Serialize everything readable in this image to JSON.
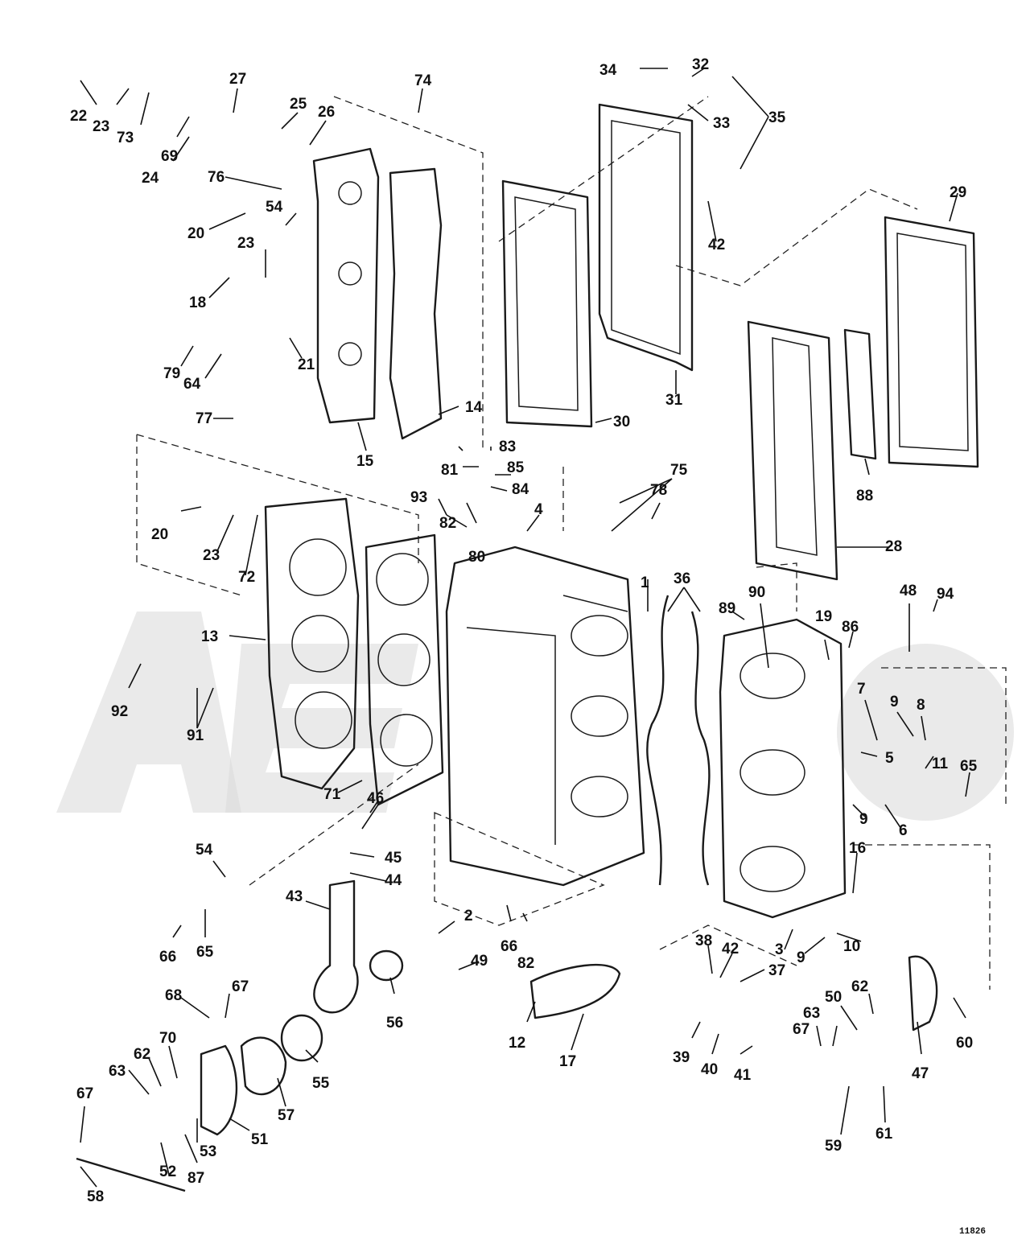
{
  "diagram": {
    "catalog_number": "11826",
    "callouts": [
      {
        "id": "c1",
        "text": "1"
      },
      {
        "id": "c2",
        "text": "2"
      },
      {
        "id": "c3",
        "text": "3"
      },
      {
        "id": "c4",
        "text": "4"
      },
      {
        "id": "c5",
        "text": "5"
      },
      {
        "id": "c6",
        "text": "6"
      },
      {
        "id": "c7",
        "text": "7"
      },
      {
        "id": "c8",
        "text": "8"
      },
      {
        "id": "c9a",
        "text": "9"
      },
      {
        "id": "c9b",
        "text": "9"
      },
      {
        "id": "c9c",
        "text": "9"
      },
      {
        "id": "c10",
        "text": "10"
      },
      {
        "id": "c11",
        "text": "11"
      },
      {
        "id": "c12",
        "text": "12"
      },
      {
        "id": "c13",
        "text": "13"
      },
      {
        "id": "c14",
        "text": "14"
      },
      {
        "id": "c15",
        "text": "15"
      },
      {
        "id": "c16",
        "text": "16"
      },
      {
        "id": "c17",
        "text": "17"
      },
      {
        "id": "c18",
        "text": "18"
      },
      {
        "id": "c19",
        "text": "19"
      },
      {
        "id": "c20a",
        "text": "20"
      },
      {
        "id": "c20b",
        "text": "20"
      },
      {
        "id": "c21",
        "text": "21"
      },
      {
        "id": "c22",
        "text": "22"
      },
      {
        "id": "c23a",
        "text": "23"
      },
      {
        "id": "c23b",
        "text": "23"
      },
      {
        "id": "c23c",
        "text": "23"
      },
      {
        "id": "c24",
        "text": "24"
      },
      {
        "id": "c25",
        "text": "25"
      },
      {
        "id": "c26",
        "text": "26"
      },
      {
        "id": "c27",
        "text": "27"
      },
      {
        "id": "c28",
        "text": "28"
      },
      {
        "id": "c29",
        "text": "29"
      },
      {
        "id": "c30",
        "text": "30"
      },
      {
        "id": "c31",
        "text": "31"
      },
      {
        "id": "c32",
        "text": "32"
      },
      {
        "id": "c33",
        "text": "33"
      },
      {
        "id": "c34",
        "text": "34"
      },
      {
        "id": "c35",
        "text": "35"
      },
      {
        "id": "c36",
        "text": "36"
      },
      {
        "id": "c37",
        "text": "37"
      },
      {
        "id": "c38",
        "text": "38"
      },
      {
        "id": "c39",
        "text": "39"
      },
      {
        "id": "c40",
        "text": "40"
      },
      {
        "id": "c41",
        "text": "41"
      },
      {
        "id": "c42a",
        "text": "42"
      },
      {
        "id": "c42b",
        "text": "42"
      },
      {
        "id": "c43",
        "text": "43"
      },
      {
        "id": "c44",
        "text": "44"
      },
      {
        "id": "c45",
        "text": "45"
      },
      {
        "id": "c46",
        "text": "46"
      },
      {
        "id": "c47",
        "text": "47"
      },
      {
        "id": "c48",
        "text": "48"
      },
      {
        "id": "c49",
        "text": "49"
      },
      {
        "id": "c50",
        "text": "50"
      },
      {
        "id": "c51",
        "text": "51"
      },
      {
        "id": "c52",
        "text": "52"
      },
      {
        "id": "c53",
        "text": "53"
      },
      {
        "id": "c54a",
        "text": "54"
      },
      {
        "id": "c54b",
        "text": "54"
      },
      {
        "id": "c55",
        "text": "55"
      },
      {
        "id": "c56",
        "text": "56"
      },
      {
        "id": "c57",
        "text": "57"
      },
      {
        "id": "c58",
        "text": "58"
      },
      {
        "id": "c59",
        "text": "59"
      },
      {
        "id": "c60",
        "text": "60"
      },
      {
        "id": "c61",
        "text": "61"
      },
      {
        "id": "c62a",
        "text": "62"
      },
      {
        "id": "c62b",
        "text": "62"
      },
      {
        "id": "c63a",
        "text": "63"
      },
      {
        "id": "c63b",
        "text": "63"
      },
      {
        "id": "c64",
        "text": "64"
      },
      {
        "id": "c65a",
        "text": "65"
      },
      {
        "id": "c65b",
        "text": "65"
      },
      {
        "id": "c66a",
        "text": "66"
      },
      {
        "id": "c66b",
        "text": "66"
      },
      {
        "id": "c67a",
        "text": "67"
      },
      {
        "id": "c67b",
        "text": "67"
      },
      {
        "id": "c67c",
        "text": "67"
      },
      {
        "id": "c68",
        "text": "68"
      },
      {
        "id": "c69",
        "text": "69"
      },
      {
        "id": "c70",
        "text": "70"
      },
      {
        "id": "c71",
        "text": "71"
      },
      {
        "id": "c72",
        "text": "72"
      },
      {
        "id": "c73",
        "text": "73"
      },
      {
        "id": "c74",
        "text": "74"
      },
      {
        "id": "c75",
        "text": "75"
      },
      {
        "id": "c76",
        "text": "76"
      },
      {
        "id": "c77",
        "text": "77"
      },
      {
        "id": "c78",
        "text": "78"
      },
      {
        "id": "c79",
        "text": "79"
      },
      {
        "id": "c80",
        "text": "80"
      },
      {
        "id": "c81",
        "text": "81"
      },
      {
        "id": "c82a",
        "text": "82"
      },
      {
        "id": "c82b",
        "text": "82"
      },
      {
        "id": "c83",
        "text": "83"
      },
      {
        "id": "c84",
        "text": "84"
      },
      {
        "id": "c85",
        "text": "85"
      },
      {
        "id": "c86",
        "text": "86"
      },
      {
        "id": "c87",
        "text": "87"
      },
      {
        "id": "c88",
        "text": "88"
      },
      {
        "id": "c89",
        "text": "89"
      },
      {
        "id": "c90",
        "text": "90"
      },
      {
        "id": "c91",
        "text": "91"
      },
      {
        "id": "c92",
        "text": "92"
      },
      {
        "id": "c93",
        "text": "93"
      },
      {
        "id": "c94",
        "text": "94"
      }
    ]
  }
}
